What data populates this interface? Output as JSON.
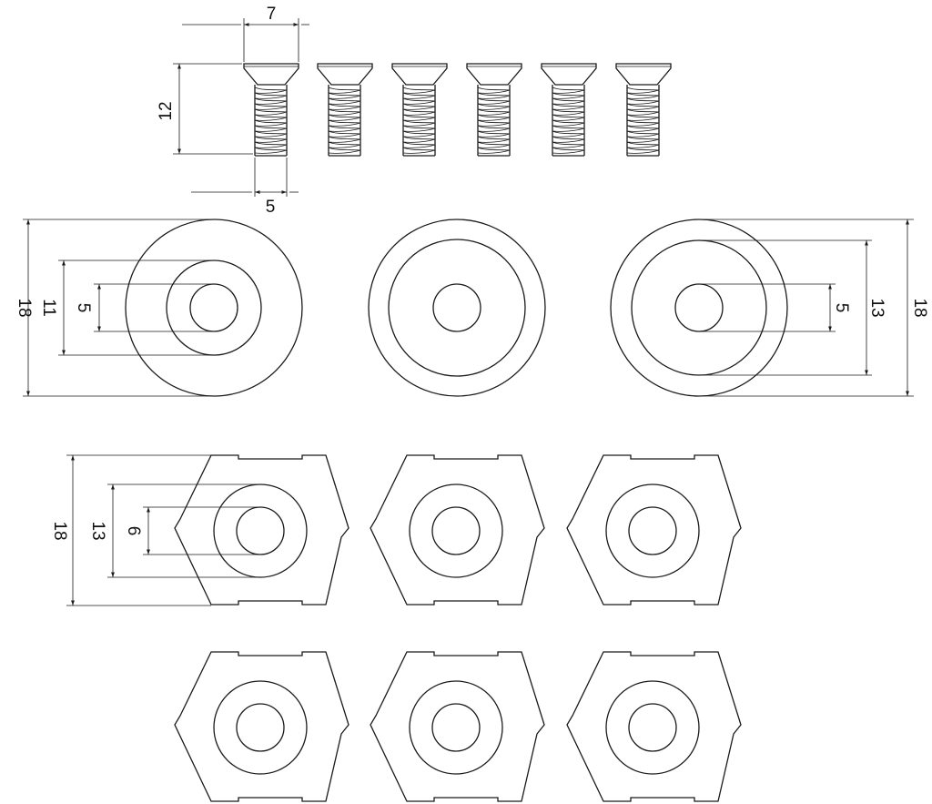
{
  "screws": {
    "count": 6,
    "dimensions": {
      "head_width": "7",
      "length": "12",
      "shank_width": "5"
    }
  },
  "washers": {
    "count": 3,
    "dimensions": {
      "left": {
        "outer": "18",
        "middle": "11",
        "inner": "5"
      },
      "right": {
        "outer": "18",
        "middle": "13",
        "inner": "5"
      }
    }
  },
  "hex_nuts": {
    "count": 6,
    "dimensions": {
      "outer": "18",
      "middle": "13",
      "inner": "6"
    }
  },
  "colors": {
    "line": "#1a1a1a",
    "background": "#ffffff"
  }
}
